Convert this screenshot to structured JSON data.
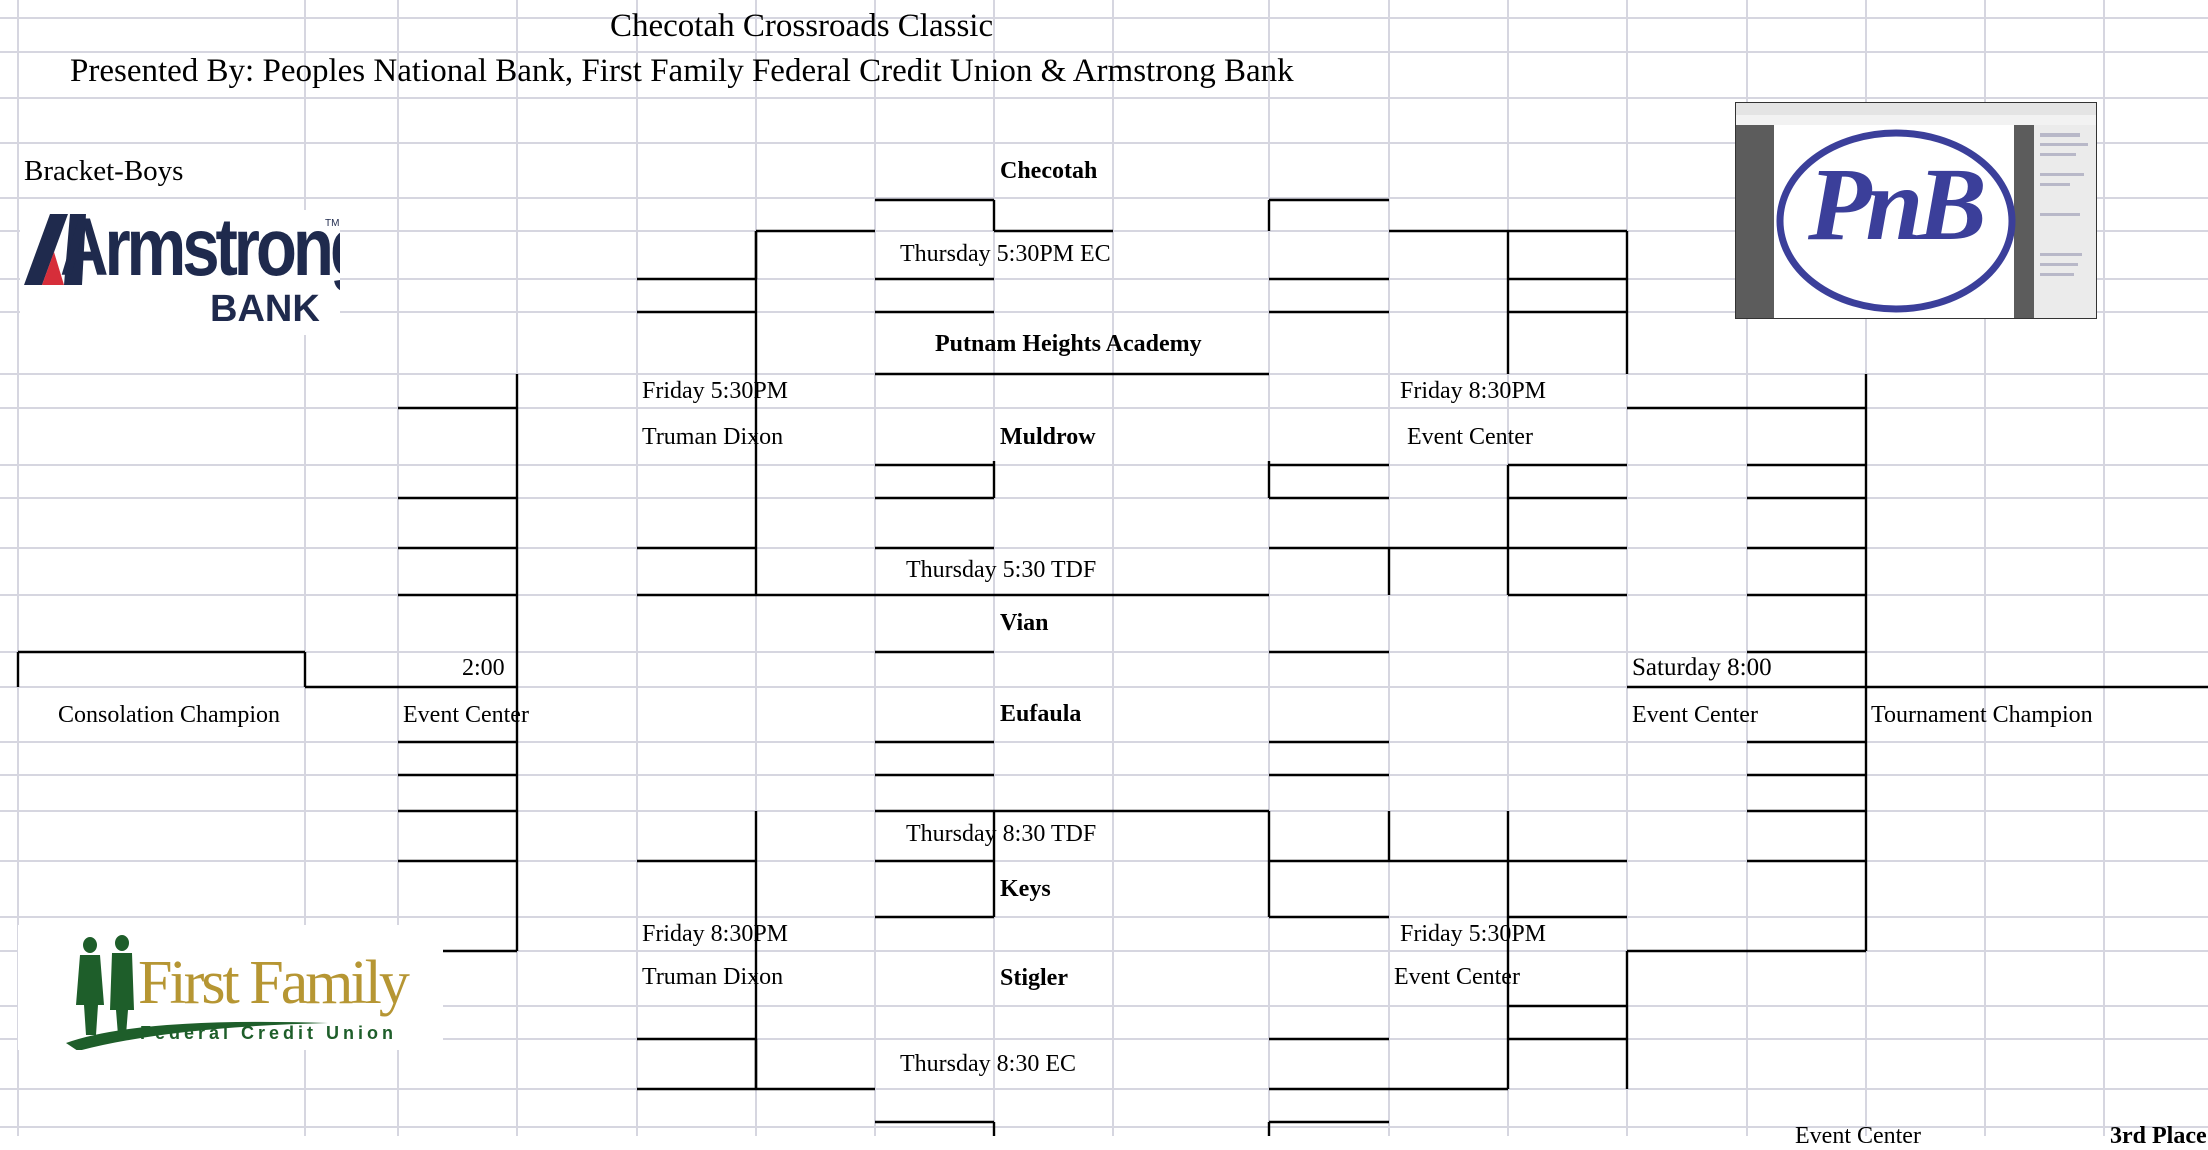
{
  "header": {
    "title": "Checotah Crossroads Classic",
    "presented_by": "Presented By:  Peoples National Bank, First Family Federal Credit Union & Armstrong Bank"
  },
  "bracket_label": "Bracket-Boys",
  "teams": {
    "t1": "Checotah",
    "t2": "Putnam Heights Academy",
    "t3": "Muldrow",
    "t4": "Vian",
    "t5": "Eufaula",
    "t6": "Keys",
    "t7": "Stigler"
  },
  "games": {
    "g1": "Thursday 5:30PM EC",
    "g2": "Thursday 5:30 TDF",
    "g3": "Thursday 8:30 TDF",
    "g4": "Thursday 8:30 EC",
    "semi_left_top_time": "Friday 5:30PM",
    "semi_left_top_site": "Truman Dixon",
    "semi_left_bot_time": "Friday 8:30PM",
    "semi_left_bot_site": "Truman Dixon",
    "semi_right_top_time": "Friday 8:30PM",
    "semi_right_top_site": "Event Center",
    "semi_right_bot_time": "Friday 5:30PM",
    "semi_right_bot_site": "Event Center",
    "consolation_time": "2:00",
    "consolation_site": "Event Center",
    "final_time": "Saturday 8:00",
    "final_site": "Event Center",
    "third_site": "Event Center",
    "third_label": "3rd Place"
  },
  "labels": {
    "consolation": "Consolation Champion",
    "champion": "Tournament Champion"
  },
  "logos": {
    "armstrong_word": "Armstrong",
    "armstrong_bank": "BANK",
    "armstrong_tm": "TM",
    "pnb": "PnB",
    "ff_word": "First Family",
    "ff_sub": "Federal Credit Union"
  },
  "colors": {
    "grid": "#d6d6e0",
    "armstrong_navy": "#1f2a4d",
    "armstrong_red": "#d62e3a",
    "pnb_blue": "#3b3f9a",
    "ff_green": "#1e5e2a",
    "ff_gold": "#b69633"
  }
}
